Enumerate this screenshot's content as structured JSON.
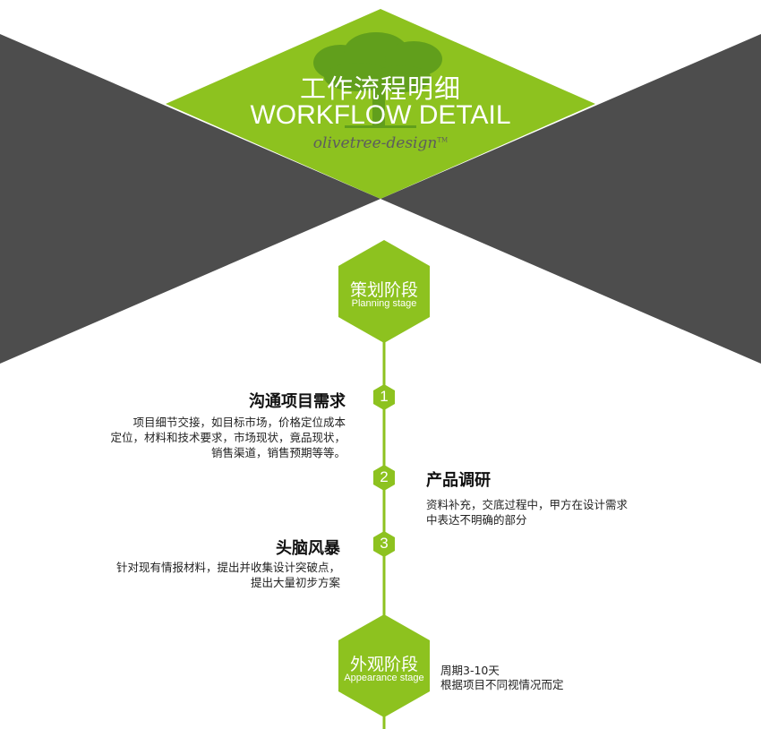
{
  "colors": {
    "accent": "#8dc21f",
    "dark": "#4d4d4d",
    "tree": "#4f8a18"
  },
  "header": {
    "title_cn": "工作流程明细",
    "title_en": "WORKFLOW DETAIL",
    "brand": "olivetree-design",
    "trademark": "TM",
    "logo_icon": "olive-tree-icon"
  },
  "stages": [
    {
      "title": "策划阶段",
      "subtitle": "Planning stage"
    },
    {
      "title": "外观阶段",
      "subtitle": "Appearance stage"
    }
  ],
  "steps": [
    {
      "number": "1",
      "title": "沟通项目需求",
      "desc": [
        "项目细节交接，如目标市场，价格定位成本",
        "定位，材料和技术要求，市场现状，竟品现状，",
        "销售渠道，销售预期等等。"
      ]
    },
    {
      "number": "2",
      "title": "产品调研",
      "desc": [
        "资料补充，交底过程中，甲方在设计需求",
        "中表达不明确的部分"
      ]
    },
    {
      "number": "3",
      "title": "头脑风暴",
      "desc": [
        "针对现有情报材料，提出并收集设计突破点，",
        "提出大量初步方案"
      ]
    }
  ],
  "appearance_note": [
    "周期3-10天",
    "根据项目不同视情况而定"
  ]
}
